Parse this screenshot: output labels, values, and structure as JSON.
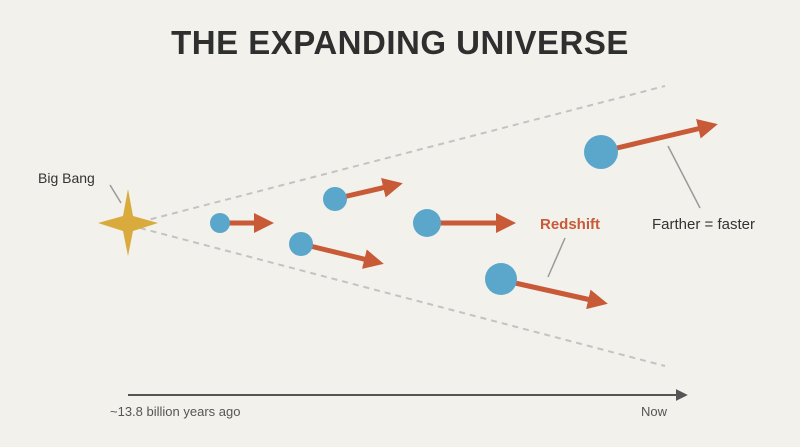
{
  "title": "THE EXPANDING UNIVERSE",
  "labels": {
    "big_bang": "Big Bang",
    "redshift": "Redshift",
    "farther_faster": "Farther = faster"
  },
  "timeline": {
    "start": "~13.8 billion years ago",
    "end": "Now"
  },
  "colors": {
    "background": "#f2f1ec",
    "galaxy": "#5ba6cb",
    "arrow": "#c85a38",
    "star": "#d9ab3c",
    "cone": "#c3c3c3",
    "text": "#333333",
    "redshift": "#c85a38"
  }
}
